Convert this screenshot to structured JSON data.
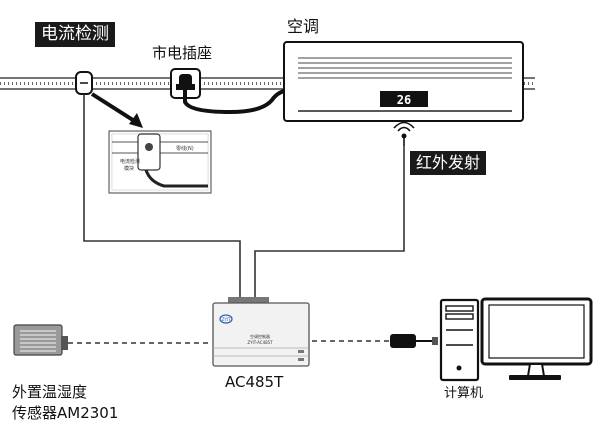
{
  "labels": {
    "current_detect": "电流检测",
    "socket": "市电插座",
    "aircon": "空调",
    "ir_emit": "红外发射",
    "device": "AC485T",
    "sensor_line1": "外置温湿度",
    "sensor_line2": "传感器AM2301",
    "computer": "计算机"
  },
  "ac_display": "26",
  "inset": {
    "module_line1": "电流检测",
    "module_line2": "模块",
    "wire_label": "零线(N)"
  },
  "device_panel": {
    "logo": "ZYIT",
    "name": "空调控制器",
    "model": "ZYIT-AC485T"
  },
  "colors": {
    "tag_bg": "#1a1a1a",
    "tag_text": "#ffffff",
    "line": "#333333",
    "device_body": "#f2f2f2"
  }
}
